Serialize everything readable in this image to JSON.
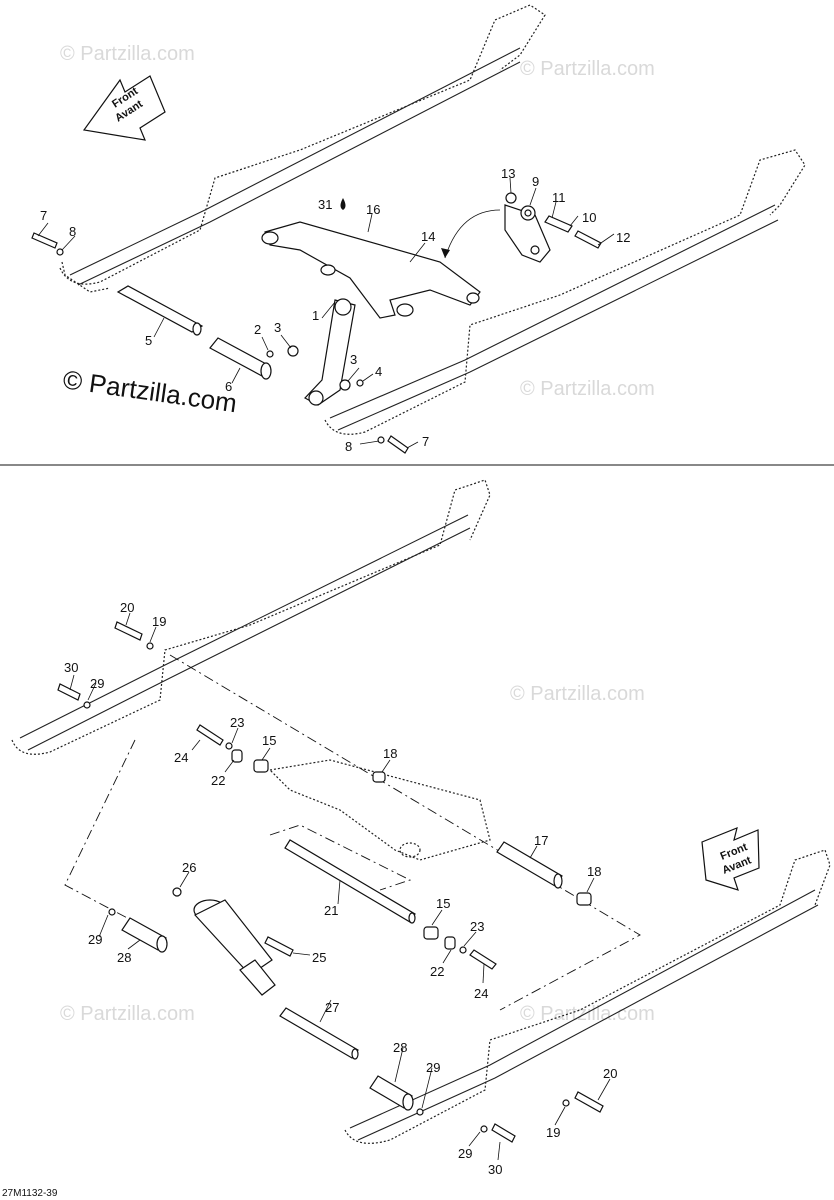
{
  "watermark": {
    "text": "© Partzilla.com",
    "main_text": "© Partzilla.com"
  },
  "front_arrow": {
    "line1": "Front",
    "line2": "Avant"
  },
  "diagram_code": "27M1132-39",
  "callouts_top": [
    "1",
    "2",
    "3",
    "3",
    "4",
    "5",
    "6",
    "7",
    "7",
    "8",
    "8",
    "9",
    "10",
    "11",
    "12",
    "13",
    "14",
    "16",
    "31"
  ],
  "callouts_bottom": [
    "15",
    "15",
    "17",
    "18",
    "18",
    "19",
    "19",
    "20",
    "20",
    "21",
    "22",
    "22",
    "23",
    "23",
    "24",
    "24",
    "25",
    "26",
    "27",
    "28",
    "28",
    "29",
    "29",
    "29",
    "30",
    "30"
  ]
}
